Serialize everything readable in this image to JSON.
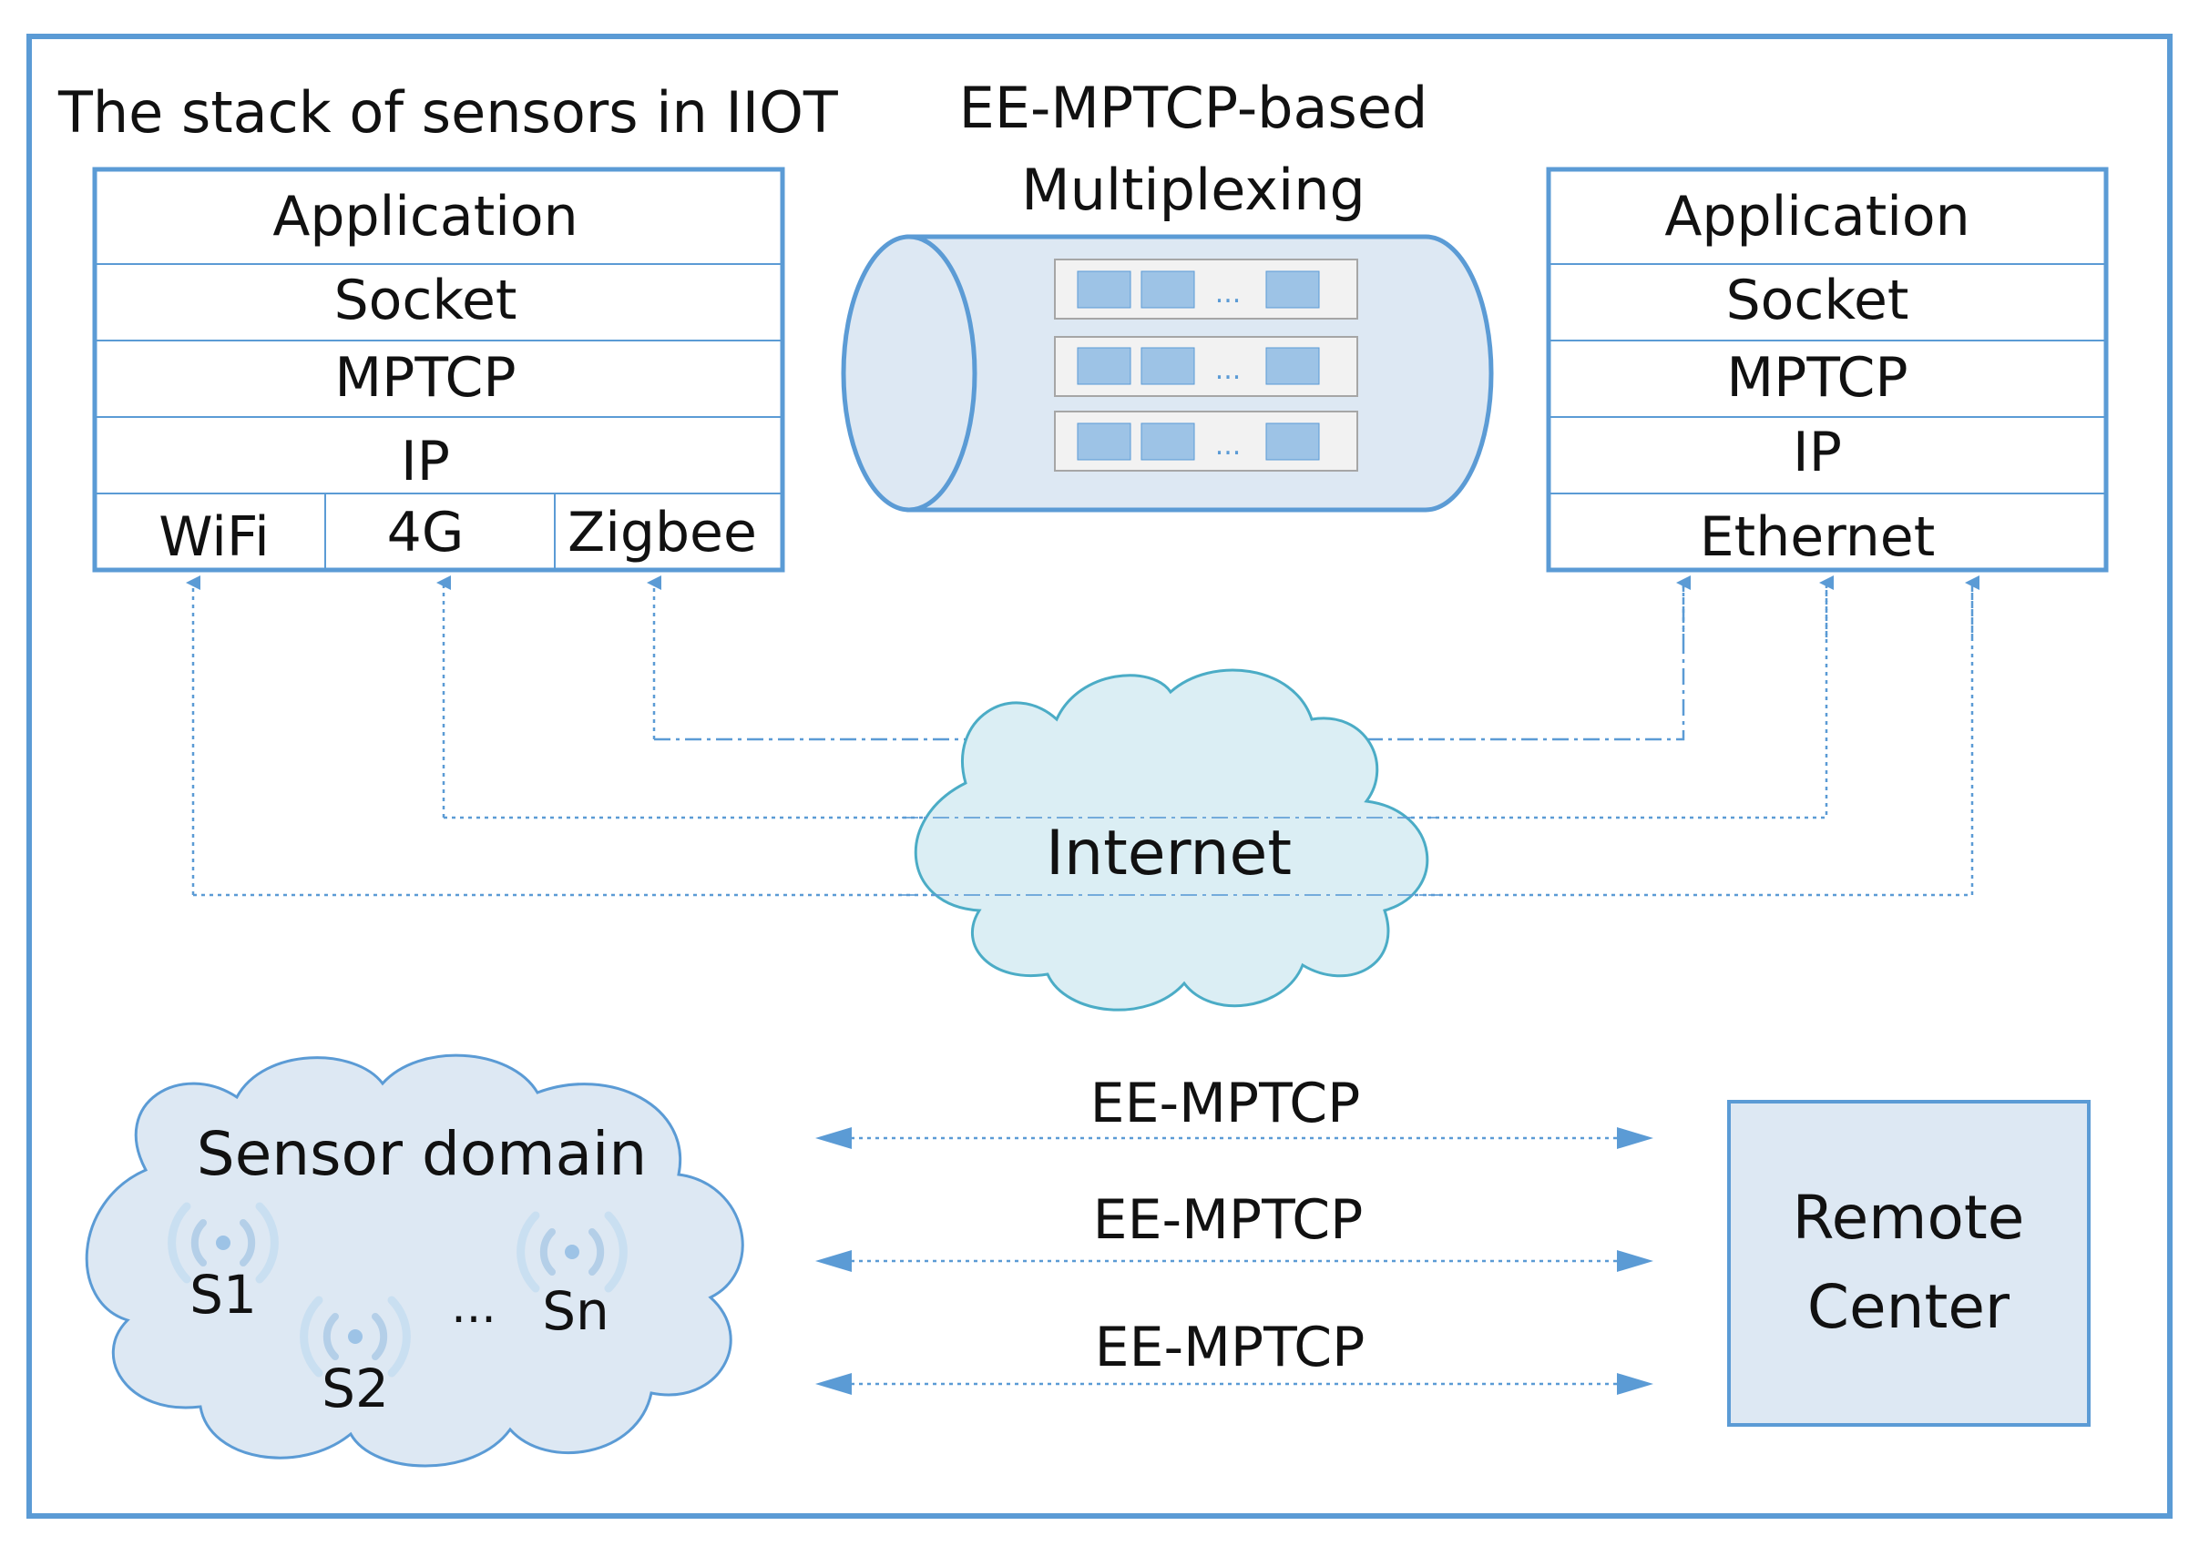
{
  "colors": {
    "frame": "#5b9bd5",
    "box_border": "#5b9bd5",
    "cylinder_fill": "#dde8f3",
    "packet_fill": "#9dc3e6",
    "cloud_fill": "#dbeef4",
    "cloud_stroke": "#4bacc6",
    "sensor_cloud_fill": "#dde8f3",
    "sensor_cloud_stroke": "#5b9bd5",
    "arrow": "#5b9bd5",
    "remote_fill": "#dde8f3",
    "text": "#111111"
  },
  "left_stack": {
    "title": "The stack of sensors in IIOT",
    "layers": [
      "Application",
      "Socket",
      "MPTCP",
      "IP"
    ],
    "interfaces": [
      "WiFi",
      "4G",
      "Zigbee"
    ]
  },
  "multiplexing": {
    "title_line1": "EE-MPTCP-based",
    "title_line2": "Multiplexing",
    "packet_rows": [
      {
        "ellipsis": "..."
      },
      {
        "ellipsis": "..."
      },
      {
        "ellipsis": "..."
      }
    ]
  },
  "right_stack": {
    "layers": [
      "Application",
      "Socket",
      "MPTCP",
      "IP",
      "Ethernet"
    ]
  },
  "internet": {
    "label": "Internet"
  },
  "sensor_domain": {
    "label": "Sensor domain",
    "sensors": [
      "S1",
      "S2",
      "Sn"
    ],
    "ellipsis": "..."
  },
  "links": {
    "labels": [
      "EE-MPTCP",
      "EE-MPTCP",
      "EE-MPTCP"
    ]
  },
  "remote_center": {
    "line1": "Remote",
    "line2": "Center"
  },
  "icons": {
    "sensor": "wireless-signal-icon",
    "arrow": "arrow-head-icon"
  }
}
